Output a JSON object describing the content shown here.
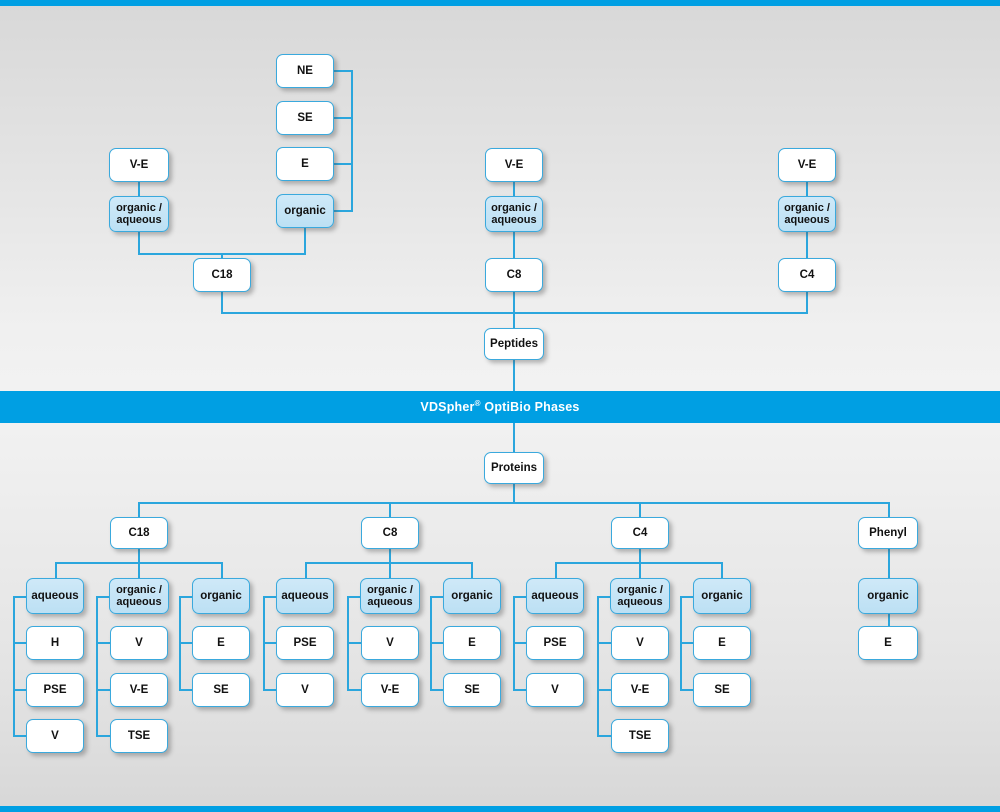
{
  "banner": {
    "brand": "VDSpher",
    "registered": "®",
    "rest": " OptiBio Phases",
    "full_text": "VDSpher® OptiBio Phases",
    "background_color": "#009fe3",
    "text_color": "#ffffff"
  },
  "theme": {
    "line_color": "#2ba6dd",
    "node_border": "#3aa9dd",
    "node_fill_white": "#ffffff",
    "node_fill_blue": "#bce0f4",
    "page_background": "#e6e6e6",
    "edge_bar_color": "#009fe3"
  },
  "peptides": {
    "root_label": "Peptides",
    "branches": [
      {
        "phase": "C18",
        "groups": [
          {
            "group_label": "organic /\naqueous",
            "group_label_flat": "organic / aqueous",
            "highlight": true,
            "parents": [
              "V-E"
            ]
          },
          {
            "group_label": "organic",
            "highlight": true,
            "parents": [
              "NE",
              "SE",
              "E"
            ]
          }
        ]
      },
      {
        "phase": "C8",
        "groups": [
          {
            "group_label": "organic /\naqueous",
            "group_label_flat": "organic / aqueous",
            "highlight": true,
            "parents": [
              "V-E"
            ]
          }
        ]
      },
      {
        "phase": "C4",
        "groups": [
          {
            "group_label": "organic /\naqueous",
            "group_label_flat": "organic / aqueous",
            "highlight": true,
            "parents": [
              "V-E"
            ]
          }
        ]
      }
    ]
  },
  "proteins": {
    "root_label": "Proteins",
    "branches": [
      {
        "phase": "C18",
        "columns": [
          {
            "group_label": "aqueous",
            "group_label_flat": "aqueous",
            "items": [
              "H",
              "PSE",
              "V"
            ]
          },
          {
            "group_label": "organic /\naqueous",
            "group_label_flat": "organic / aqueous",
            "items": [
              "V",
              "V-E",
              "TSE"
            ]
          },
          {
            "group_label": "organic",
            "group_label_flat": "organic",
            "items": [
              "E",
              "SE"
            ]
          }
        ]
      },
      {
        "phase": "C8",
        "columns": [
          {
            "group_label": "aqueous",
            "group_label_flat": "aqueous",
            "items": [
              "PSE",
              "V"
            ]
          },
          {
            "group_label": "organic /\naqueous",
            "group_label_flat": "organic / aqueous",
            "items": [
              "V",
              "V-E"
            ]
          },
          {
            "group_label": "organic",
            "group_label_flat": "organic",
            "items": [
              "E",
              "SE"
            ]
          }
        ]
      },
      {
        "phase": "C4",
        "columns": [
          {
            "group_label": "aqueous",
            "group_label_flat": "aqueous",
            "items": [
              "PSE",
              "V"
            ]
          },
          {
            "group_label": "organic /\naqueous",
            "group_label_flat": "organic / aqueous",
            "items": [
              "V",
              "V-E",
              "TSE"
            ]
          },
          {
            "group_label": "organic",
            "group_label_flat": "organic",
            "items": [
              "E",
              "SE"
            ]
          }
        ]
      },
      {
        "phase": "Phenyl",
        "columns": [
          {
            "group_label": "organic",
            "group_label_flat": "organic",
            "items": [
              "E"
            ]
          }
        ]
      }
    ]
  }
}
